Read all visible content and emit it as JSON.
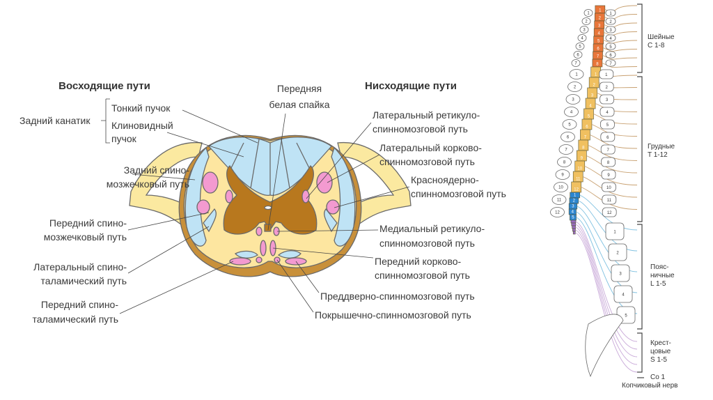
{
  "cross_section": {
    "ascending_title": "Восходящие пути",
    "descending_title": "Нисходящие пути",
    "posterior_funiculus": "Задний канатик",
    "gracile": "Тонкий пучок",
    "cuneate_1": "Клиновидный",
    "cuneate_2": "пучок",
    "commissure_1": "Передняя",
    "commissure_2": "белая спайка",
    "post_spinocerebellar_1": "Задний спино-",
    "post_spinocerebellar_2": "мозжечковый путь",
    "ant_spinocerebellar_1": "Передний спино-",
    "ant_spinocerebellar_2": "мозжечковый путь",
    "lat_spinothalamic_1": "Латеральный спино-",
    "lat_spinothalamic_2": "таламический путь",
    "ant_spinothalamic_1": "Передний спино-",
    "ant_spinothalamic_2": "таламический путь",
    "lat_reticulospinal_1": "Латеральный ретикуло-",
    "lat_reticulospinal_2": "спинномозговой путь",
    "lat_corticospinal_1": "Латеральный корково-",
    "lat_corticospinal_2": "спинномозговой путь",
    "rubrospinal_1": "Красноядерно-",
    "rubrospinal_2": "спинномозговой путь",
    "med_reticulospinal_1": "Медиальный ретикуло-",
    "med_reticulospinal_2": "спинномозговой путь",
    "ant_corticospinal_1": "Передний корково-",
    "ant_corticospinal_2": "спинномозговой путь",
    "vestibulospinal": "Преддверно-спинномозговой путь",
    "tectospinal": "Покрышечно-спинномозговой путь"
  },
  "spine": {
    "cervical_1": "Шейные",
    "cervical_2": "C 1-8",
    "thoracic_1": "Грудные",
    "thoracic_2": "T 1-12",
    "lumbar_1": "Пояс-",
    "lumbar_2": "ничные",
    "lumbar_3": "L 1-5",
    "sacral_1": "Крест-",
    "sacral_2": "цовые",
    "sacral_3": "S 1-5",
    "coccygeal": "Co 1",
    "coccygeal_nerve": "Копчиковый нерв",
    "colors": {
      "cervical": "#e8763a",
      "thoracic": "#f0c060",
      "lumbar": "#2b86d0",
      "sacral": "#9a6cc0",
      "nerve_c": "#c8a070",
      "nerve_l": "#7ec0e0",
      "nerve_s": "#c8a8d8"
    }
  },
  "colors": {
    "white_matter": "#fde6a0",
    "grey_matter": "#b8781e",
    "ascending": "#bfe3f5",
    "descending": "#f39ad0",
    "pia": "#c8903a"
  }
}
